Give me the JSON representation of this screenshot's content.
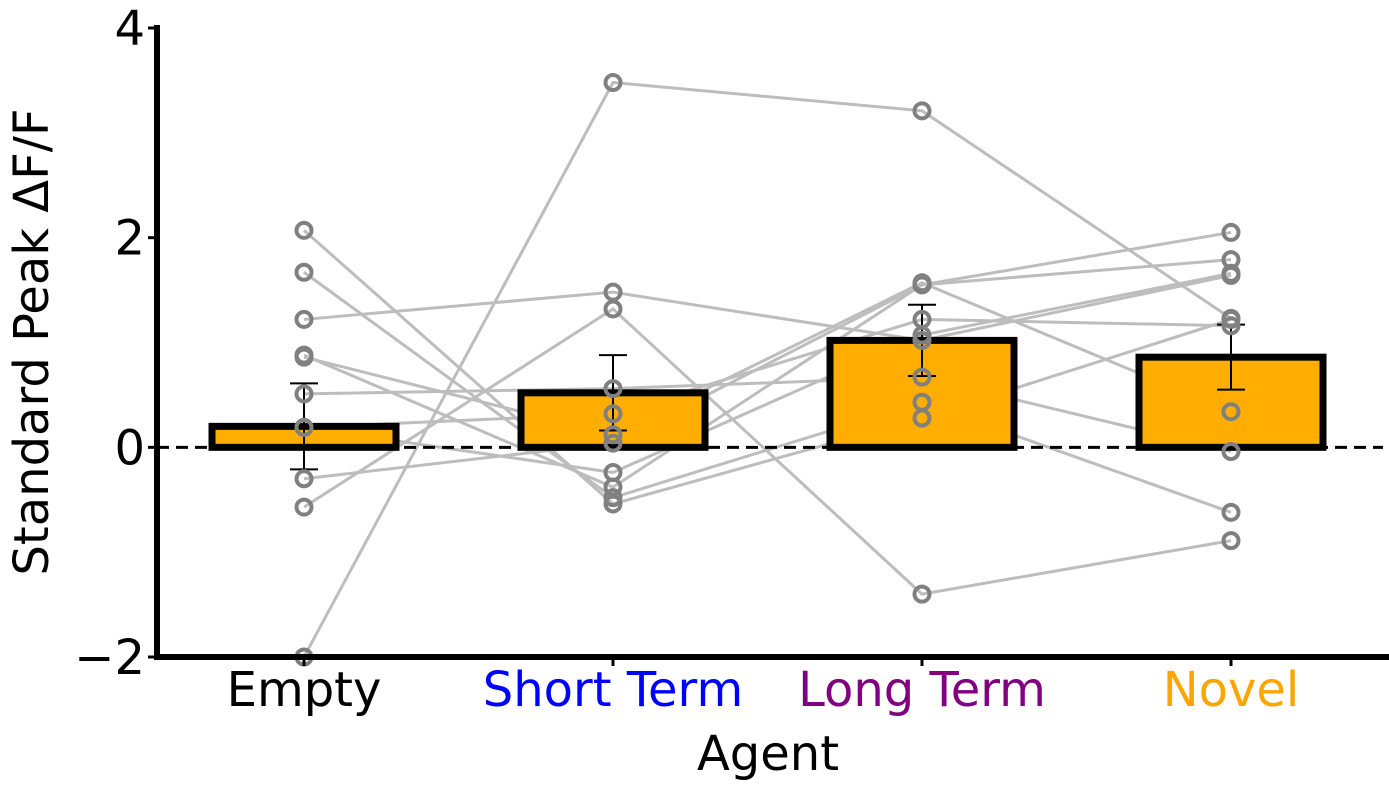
{
  "chart_data": {
    "type": "bar",
    "title": "",
    "xlabel": "Agent",
    "ylabel": "Standard Peak ΔF/F",
    "ylim": [
      -2,
      4
    ],
    "yticks": [
      -2,
      0,
      2,
      4
    ],
    "ytick_labels": [
      "−2",
      "0",
      "2",
      "4"
    ],
    "categories": [
      "Empty",
      "Short Term",
      "Long Term",
      "Novel"
    ],
    "category_colors": [
      "#000000",
      "#0000ff",
      "#800080",
      "#ffa500"
    ],
    "bar_color": "#ffae00",
    "bar_edge_color": "#000000",
    "line_color": "#bdbdbd",
    "marker_color": "#808080",
    "baseline": 0,
    "grid": false,
    "values": [
      0.2,
      0.52,
      1.02,
      0.86
    ],
    "errors": [
      0.41,
      0.36,
      0.34,
      0.31
    ],
    "subjects": [
      [
        2.07,
        -0.54,
        0.28,
        1.22
      ],
      [
        1.67,
        -0.48,
        0.43,
        -0.62
      ],
      [
        1.22,
        1.48,
        1.02,
        1.64
      ],
      [
        0.88,
        -0.38,
        1.55,
        1.79
      ],
      [
        0.86,
        0.12,
        1.57,
        0.34
      ],
      [
        0.51,
        0.56,
        0.67,
        -0.04
      ],
      [
        0.19,
        0.32,
        1.22,
        1.16
      ],
      [
        0.19,
        -0.24,
        1.07,
        1.66
      ],
      [
        -0.3,
        0.04,
        1.55,
        2.05
      ],
      [
        -0.57,
        1.32,
        -1.4,
        -0.89
      ],
      [
        -2.0,
        3.48,
        3.21,
        1.23
      ]
    ]
  }
}
